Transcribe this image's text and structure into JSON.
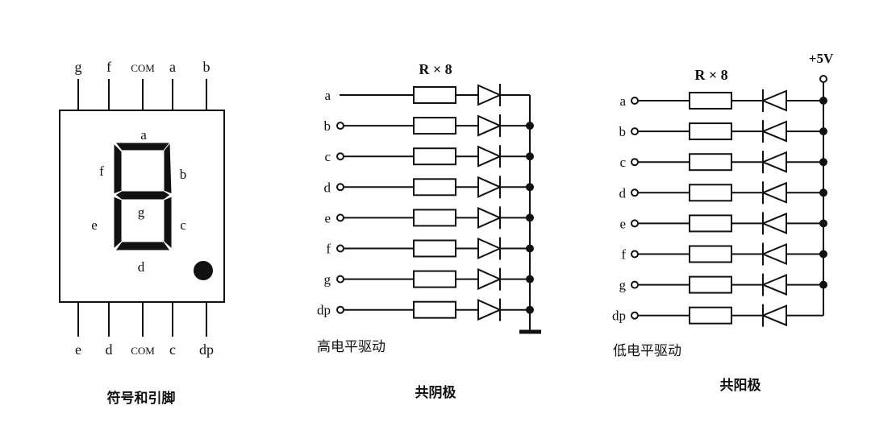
{
  "pinout": {
    "top_pins": [
      "g",
      "f",
      "COM",
      "a",
      "b"
    ],
    "bottom_pins": [
      "e",
      "d",
      "COM",
      "c",
      "dp"
    ],
    "segment_labels": {
      "a": "a",
      "b": "b",
      "c": "c",
      "d": "d",
      "e": "e",
      "f": "f",
      "g": "g"
    },
    "caption": "符号和引脚"
  },
  "common_cathode": {
    "resistor_label": "R × 8",
    "inputs": [
      "a",
      "b",
      "c",
      "d",
      "e",
      "f",
      "g",
      "dp"
    ],
    "drive_label": "高电平驱动",
    "caption": "共阴极"
  },
  "common_anode": {
    "resistor_label": "R × 8",
    "supply_label": "+5V",
    "inputs": [
      "a",
      "b",
      "c",
      "d",
      "e",
      "f",
      "g",
      "dp"
    ],
    "drive_label": "低电平驱动",
    "caption": "共阳极"
  }
}
